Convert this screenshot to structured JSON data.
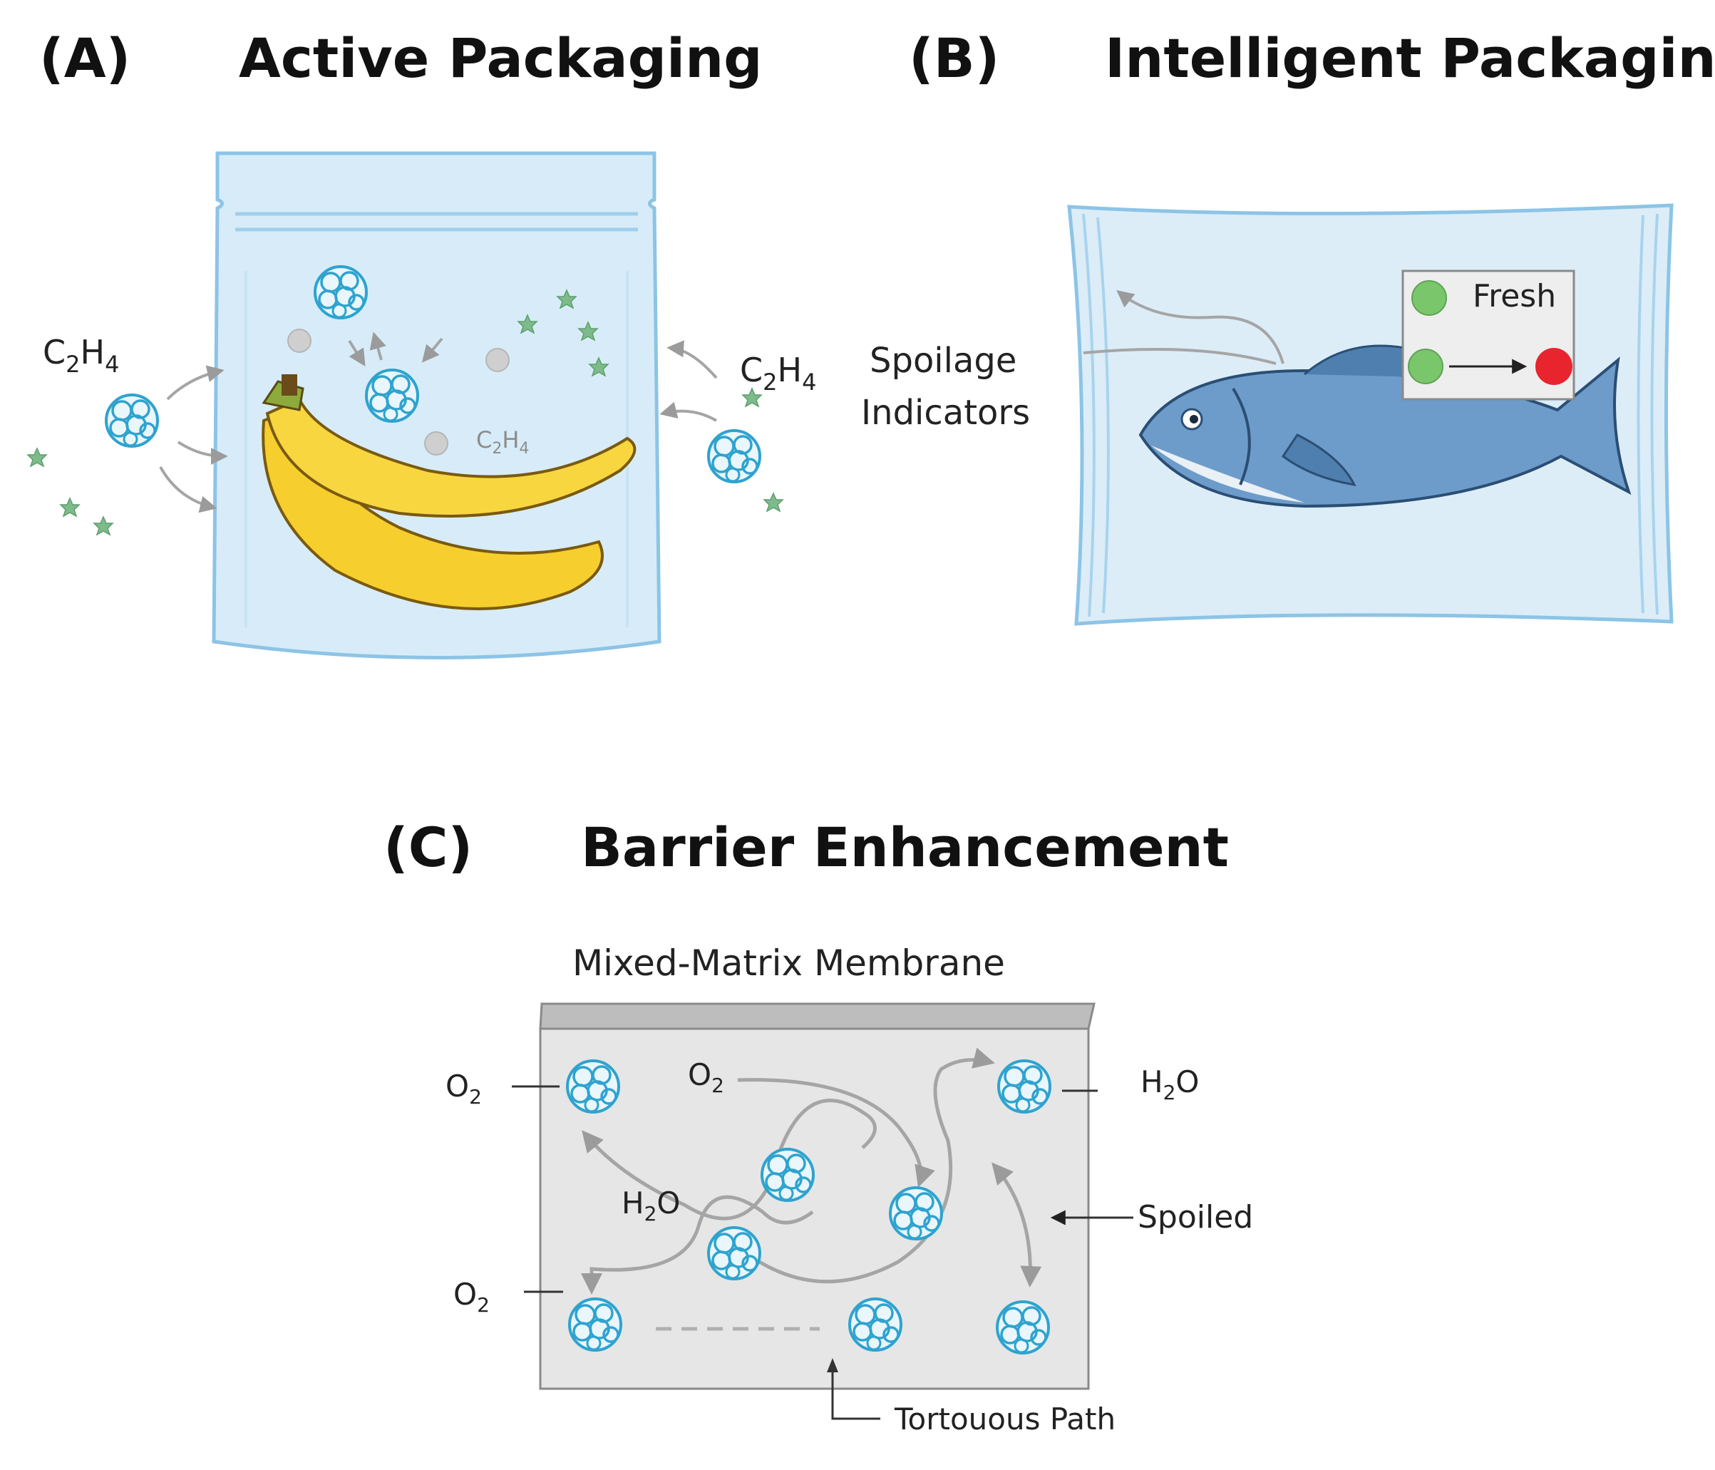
{
  "panel_a": {
    "label": "(A)",
    "title": "Active Packaging",
    "left_gas": {
      "base": "C",
      "sub1": "2",
      "mid": "H",
      "sub2": "4"
    },
    "right_gas": {
      "base": "C",
      "sub1": "2",
      "mid": "H",
      "sub2": "4"
    },
    "inner_gas": {
      "base": "C",
      "sub1": "2",
      "mid": "H",
      "sub2": "4"
    }
  },
  "panel_b": {
    "label": "(B)",
    "title": "Intelligent Packaging",
    "indicator_label_line1": "Spoilage",
    "indicator_label_line2": "Indicators",
    "fresh_label": "Fresh"
  },
  "panel_c": {
    "label": "(C)",
    "title": "Barrier Enhancement",
    "membrane_label": "Mixed-Matrix Membrane",
    "o2_top_left": {
      "base": "O",
      "sub": "2"
    },
    "o2_top_center": {
      "base": "O",
      "sub": "2"
    },
    "o2_bottom_left": {
      "base": "O",
      "sub": "2"
    },
    "h2o_right": {
      "a": "H",
      "sub": "2",
      "b": "O"
    },
    "h2o_center": {
      "a": "H",
      "sub": "2",
      "b": "O"
    },
    "spoiled_label": "Spoiled",
    "path_label": "Tortouous Path"
  },
  "colors": {
    "bag_fill": "#d7ecf8",
    "bag_stroke": "#8cc4e6",
    "mof": "#2ea3cf",
    "banana": "#f6cf2e",
    "fish": "#5f8fbf",
    "indicator_green": "#79c66b",
    "indicator_red": "#e8242e",
    "membrane_face": "#e6e6e6",
    "membrane_top": "#bdbdbd",
    "arrow_gray": "#a5a5a5"
  }
}
